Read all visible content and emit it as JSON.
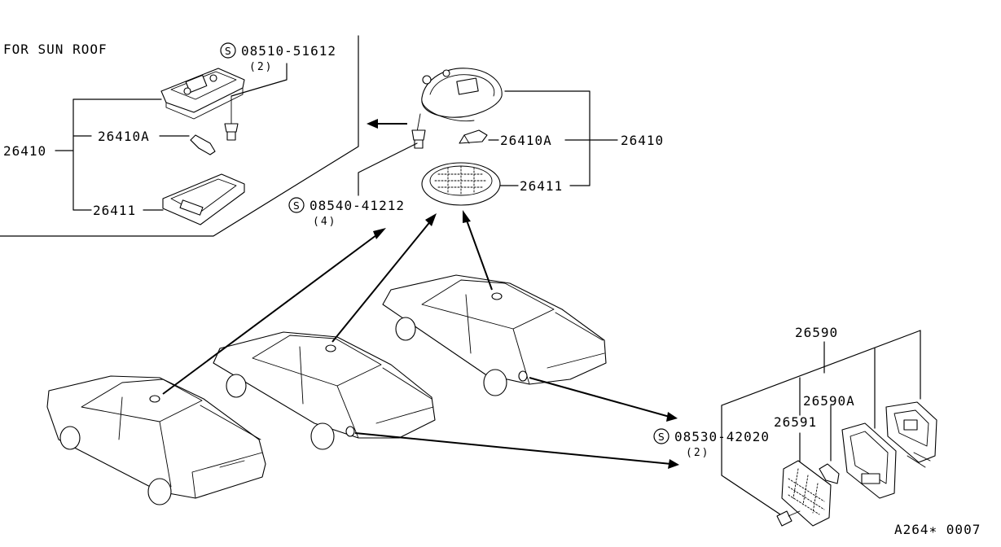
{
  "title": "FOR SUN ROOF",
  "figure_code": "A264∗ 0007",
  "labels": {
    "sunroof_bolt_code": "08510-51612",
    "sunroof_bolt_qty": "(2)",
    "sunroof_assy": "26410",
    "sunroof_bulb": "26410A",
    "sunroof_lens": "26411",
    "std_assy": "26410",
    "std_bulb": "26410A",
    "std_lens": "26411",
    "std_screw_code": "08540-41212",
    "std_screw_qty": "(4)",
    "rear_assy": "26590",
    "rear_bulb": "26590A",
    "rear_lens": "26591",
    "rear_screw_code": "08530-42020",
    "rear_screw_qty": "(2)",
    "screw_symbol": "S"
  },
  "icons": [
    "screw-symbol-icon",
    "sedan-car-icon",
    "hatchback-car-icon",
    "coupe-car-icon",
    "room-lamp-icon",
    "bulb-icon"
  ]
}
